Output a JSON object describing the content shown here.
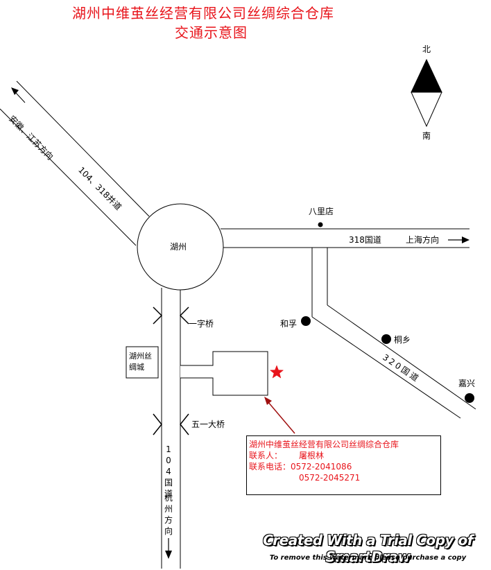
{
  "title": {
    "line1": "湖州中维茧丝经营有限公司丝绸综合仓库",
    "line2": "交通示意图"
  },
  "compass": {
    "north": "北",
    "south": "南"
  },
  "roads": {
    "anhui_direction": "安徽、江苏方向",
    "road_104_318": "104、318并道",
    "road_318": "318国道",
    "shanghai_direction": "上海方向",
    "road_320": "320国道",
    "road_104_vertical": "104国道",
    "hangzhou_direction": "杭州方向"
  },
  "places": {
    "huzhou": "湖州",
    "balidian": "八里店",
    "hefu": "和孚",
    "tongxiang": "桐乡",
    "jiaxing": "嘉兴",
    "yizi_bridge": "一字桥",
    "wuyi_bridge": "五一大桥",
    "silk_city": "湖州丝绸城"
  },
  "info": {
    "company": "湖州中维茧丝经营有限公司丝绸综合仓库",
    "contact_label": "联系人：",
    "contact_name": "屠根林",
    "phone_label": "联系电话：",
    "phone1": "0572-2041086",
    "phone2": "0572-2045271"
  },
  "watermark": {
    "main": "Created With a Trial Copy of SmartDraw",
    "sub": "To remove this watermark please purchase a copy"
  },
  "colors": {
    "accent": "#e8141b",
    "line": "#000000",
    "arrow": "#a01010"
  }
}
